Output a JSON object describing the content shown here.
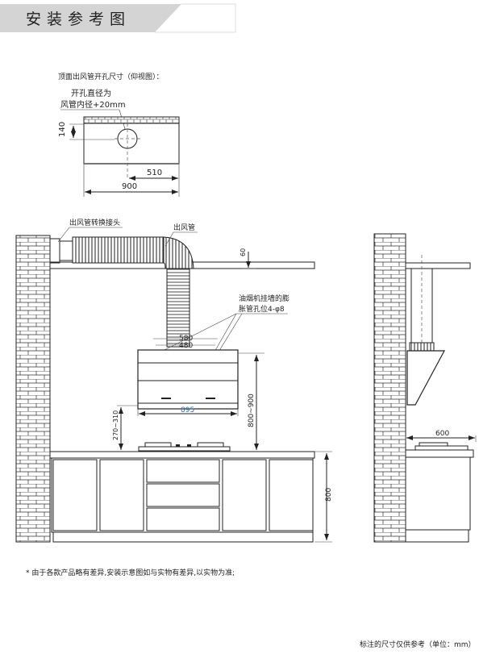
{
  "header": {
    "title": "安装参考图"
  },
  "top_view": {
    "caption": "顶面出风管开孔尺寸（仰视图）：",
    "hole_note_line1": "开孔直径为",
    "hole_note_line2": "风管内径+20mm",
    "dim_140": "140",
    "dim_510": "510",
    "dim_900": "900"
  },
  "front_view": {
    "adapter_label": "出风管转换接头",
    "duct_label": "出风管",
    "dim_60": "60",
    "anchor_note_line1": "油烟机挂墙的膨",
    "anchor_note_line2": "胀管孔位4-φ8",
    "dim_580": "580",
    "dim_480": "480",
    "dim_895": "895",
    "dim_800_900": "800~900",
    "dim_270_310": "270~310",
    "dim_800": "800"
  },
  "side_view": {
    "dim_600": "600"
  },
  "footnote": "* 由于各款产品略有差异,安装示意图如与实物有差异,以实物为准;",
  "units_note": "标注的尺寸仅供参考（单位：mm）",
  "colors": {
    "header_gray": "#d4d4d4",
    "line": "#222222",
    "dim_blue": "#3a6fb0"
  }
}
